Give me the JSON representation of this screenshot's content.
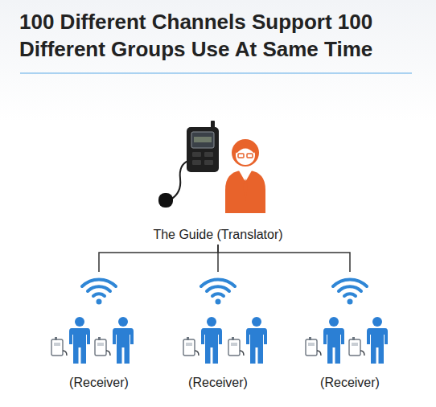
{
  "diagram": {
    "title": "100 Different Channels Support 100 Different Groups Use At Same Time",
    "nodes": [
      {
        "text": [
          "The Guide (Translator)"
        ]
      },
      {
        "text": [
          "(Receiver)"
        ]
      },
      {
        "text": [
          "(Receiver)"
        ]
      },
      {
        "text": [
          "(Receiver)"
        ]
      }
    ],
    "edges": [
      {
        "from": 0,
        "to": 1,
        "arrow": "none"
      },
      {
        "from": 0,
        "to": 2,
        "arrow": "none"
      },
      {
        "from": 0,
        "to": 3,
        "arrow": "none"
      }
    ]
  }
}
